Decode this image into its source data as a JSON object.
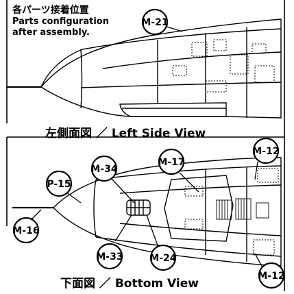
{
  "caption": {
    "japanese": "各パーツ接着位置",
    "english_line1": "Parts configuration",
    "english_line2": "after assembly."
  },
  "views": {
    "left": "左側面図 ／ Left Side View",
    "bottom": "下面図 ／ Bottom View"
  },
  "callouts": {
    "m21": "M-21",
    "m12_top": "M-12",
    "m17": "M-17",
    "m34": "M-34",
    "p15": "P-15",
    "m16": "M-16",
    "m33": "M-33",
    "m24": "M-24",
    "m12_bottom": "M-12"
  },
  "colors": {
    "line": "#000000",
    "fill": "#ffffff",
    "panel": "#f4f4f4"
  }
}
